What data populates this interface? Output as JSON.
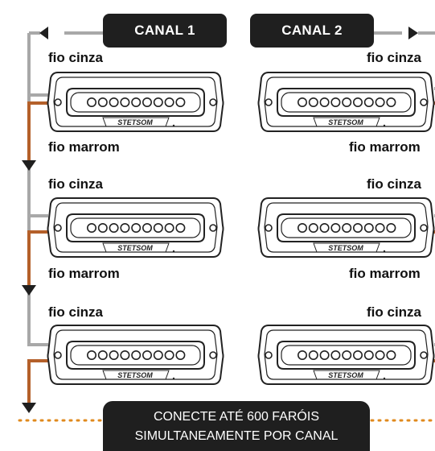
{
  "channels": {
    "ch1": "CANAL 1",
    "ch2": "CANAL 2"
  },
  "wires": {
    "gray": "fio cinza",
    "brown": "fio marrom"
  },
  "brand": "STETSOM",
  "footer": {
    "line1": "CONECTE ATÉ 600 FARÓIS",
    "line2": "SIMULTANEAMENTE POR CANAL"
  },
  "colors": {
    "gray_wire": "#a8a8a8",
    "brown_wire": "#b4602a",
    "dotted": "#e08a1e",
    "pill_bg": "#1f1f1f"
  }
}
